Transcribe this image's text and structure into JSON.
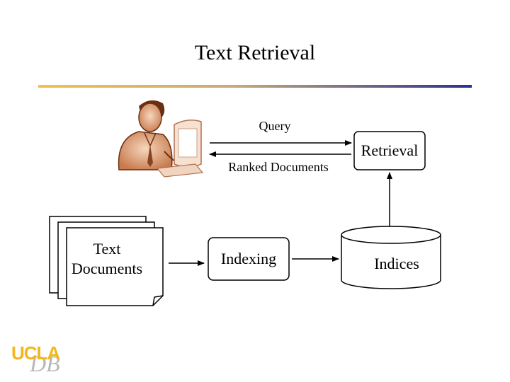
{
  "slide": {
    "title": "Text Retrieval"
  },
  "diagram": {
    "query_label": "Query",
    "ranked_label": "Ranked Documents",
    "retrieval_label": "Retrieval",
    "text_documents_label": "Text Documents",
    "indexing_label": "Indexing",
    "indices_label": "Indices"
  },
  "logo": {
    "ucla": "UCLA",
    "db": "DB"
  },
  "colors": {
    "rule_start": "#f0c24a",
    "rule_end": "#2b3191",
    "logo_gold": "#f3b71a",
    "logo_gray": "#b8b8b8",
    "figure_skin": "#d9a27a",
    "figure_dark": "#7a3d1e"
  }
}
